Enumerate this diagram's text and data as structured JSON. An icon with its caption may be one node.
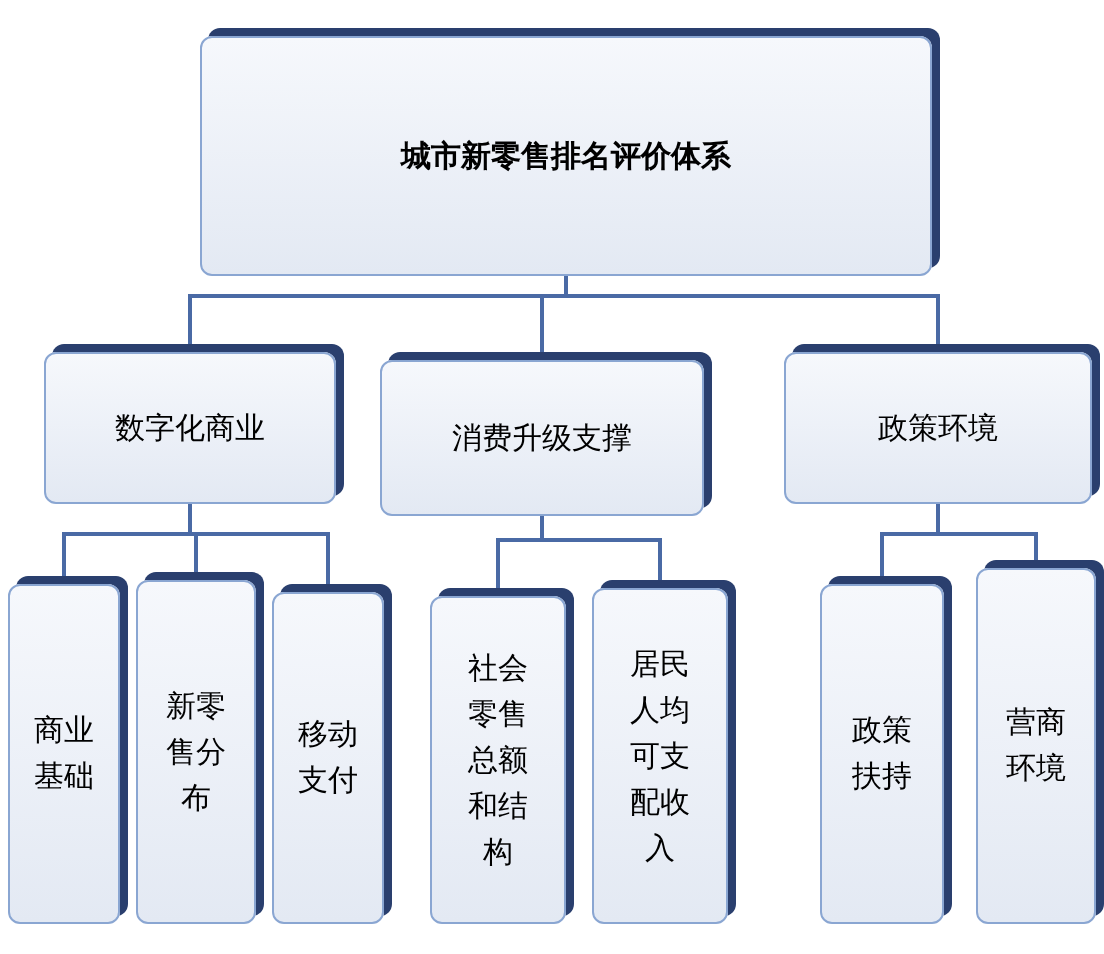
{
  "diagram": {
    "nodes": [
      {
        "text": [
          "城市新零售排名评价体系"
        ]
      },
      {
        "text": [
          "数字化商业"
        ]
      },
      {
        "text": [
          "消费升级支撑"
        ]
      },
      {
        "text": [
          "政策环境"
        ]
      },
      {
        "text": [
          "商业基础"
        ]
      },
      {
        "text": [
          "新零售分布"
        ]
      },
      {
        "text": [
          "移动支付"
        ]
      },
      {
        "text": [
          "社会零售总额和结构"
        ]
      },
      {
        "text": [
          "居民人均可支配收入"
        ]
      },
      {
        "text": [
          "政策扶持"
        ]
      },
      {
        "text": [
          "营商环境"
        ]
      }
    ],
    "edges": [
      {
        "from": 0,
        "to": 1,
        "arrow": "none"
      },
      {
        "from": 0,
        "to": 2,
        "arrow": "none"
      },
      {
        "from": 0,
        "to": 3,
        "arrow": "none"
      },
      {
        "from": 1,
        "to": 4,
        "arrow": "none"
      },
      {
        "from": 1,
        "to": 5,
        "arrow": "none"
      },
      {
        "from": 1,
        "to": 6,
        "arrow": "none"
      },
      {
        "from": 2,
        "to": 7,
        "arrow": "none"
      },
      {
        "from": 2,
        "to": 8,
        "arrow": "none"
      },
      {
        "from": 3,
        "to": 9,
        "arrow": "none"
      },
      {
        "from": 3,
        "to": 10,
        "arrow": "none"
      }
    ]
  }
}
